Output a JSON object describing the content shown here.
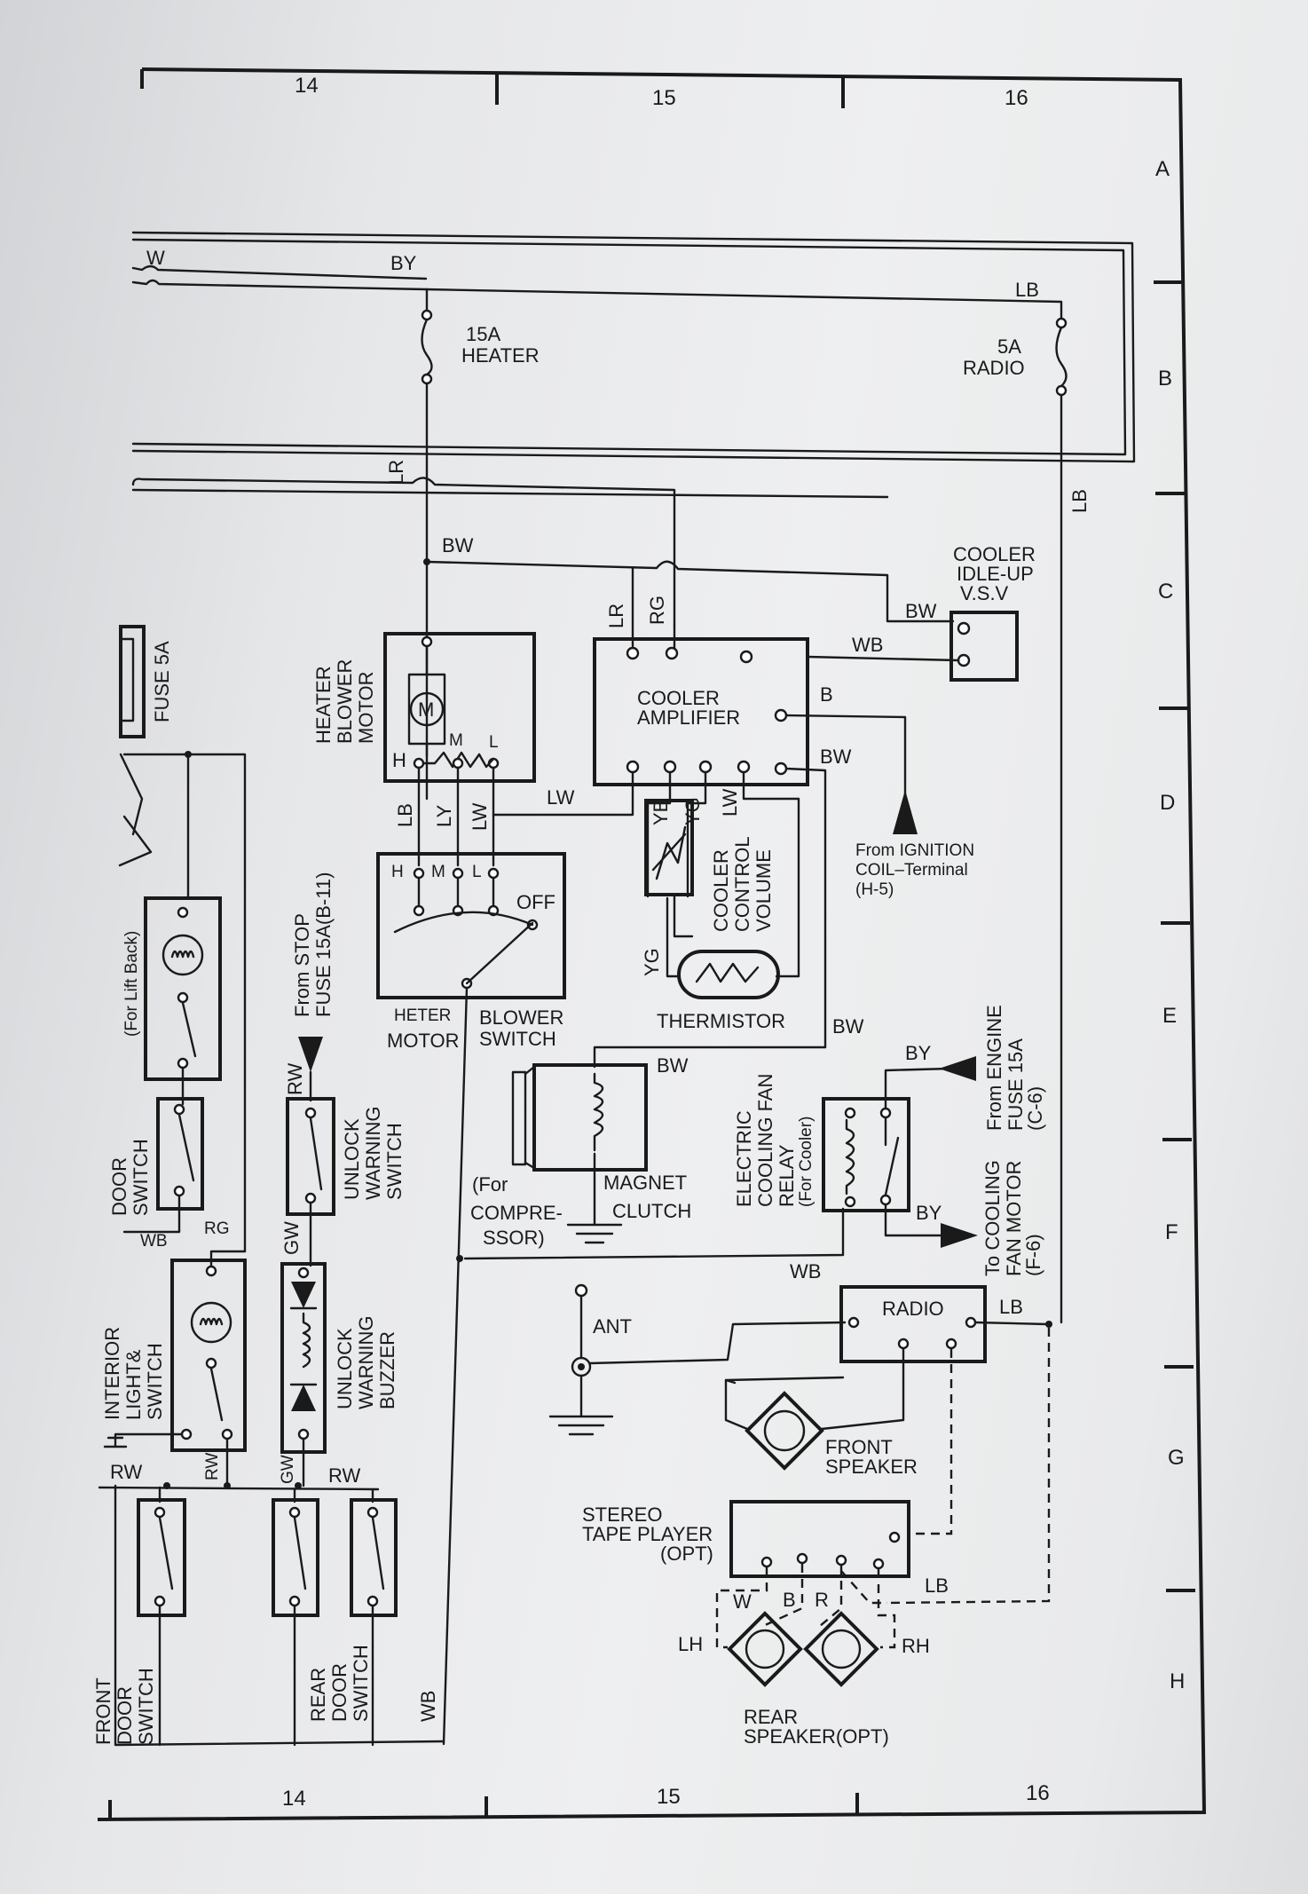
{
  "grid": {
    "columns": [
      "14",
      "15",
      "16"
    ],
    "rows": [
      "A",
      "B",
      "C",
      "D",
      "E",
      "F",
      "G",
      "H"
    ]
  },
  "fuses": {
    "heater": [
      "15A",
      "HEATER"
    ],
    "radio": [
      "5A",
      "RADIO"
    ],
    "fuse5a": "FUSE 5A"
  },
  "wire_codes": {
    "w": "W",
    "by": "BY",
    "lb": "LB",
    "lr": "LR",
    "bw": "BW",
    "rg": "RG",
    "wb": "WB",
    "b": "B",
    "lw": "LW",
    "ly": "LY",
    "yb": "YB",
    "yg": "YG",
    "rw": "RW",
    "gw": "GW",
    "r": "R"
  },
  "components": {
    "heater_blower_motor": [
      "HEATER",
      "BLOWER",
      "MOTOR"
    ],
    "motor_symbol": "M",
    "speed_h": "H",
    "speed_m": "M",
    "speed_l": "L",
    "off": "OFF",
    "blower_switch": [
      "HETER",
      "MOTOR",
      "BLOWER",
      "SWITCH"
    ],
    "cooler_amplifier": [
      "COOLER",
      "AMPLIFIER"
    ],
    "cooler_idle_up": [
      "COOLER",
      "IDLE-UP",
      "V.S.V"
    ],
    "ignition_ref": [
      "From  IGNITION",
      "COIL–Terminal",
      "(H-5)"
    ],
    "cooler_control_volume": [
      "COOLER",
      "CONTROL",
      "VOLUME"
    ],
    "thermistor": "THERMISTOR",
    "magnet_clutch": [
      "MAGNET",
      "CLUTCH"
    ],
    "compressor": [
      "(For",
      "COMPRE-",
      "SSOR)"
    ],
    "cooling_fan_relay": [
      "ELECTRIC",
      "COOLING  FAN",
      "RELAY",
      "(For Cooler)"
    ],
    "engine_fuse_ref": [
      "From  ENGINE",
      "FUSE 15A",
      "(C-6)"
    ],
    "cooling_fan_motor_ref": [
      "To COOLING",
      "FAN MOTOR",
      "(F-6)"
    ],
    "stop_fuse_ref": [
      "From  STOP",
      "FUSE  15A(B-11)"
    ],
    "unlock_warning_switch": [
      "UNLOCK",
      "WARNING",
      "SWITCH"
    ],
    "unlock_warning_buzzer": [
      "UNLOCK",
      "WARNING",
      "BUZZER"
    ],
    "interior_light_lift_back": [
      "(For Lift Back)"
    ],
    "door_switch": [
      "DOOR",
      "SWITCH"
    ],
    "interior_light_switch": [
      "INTERIOR",
      "LIGHT&",
      "SWITCH"
    ],
    "front_door_switch": [
      "FRONT",
      "DOOR",
      "SWITCH"
    ],
    "rear_door_switch": [
      "REAR",
      "DOOR",
      "SWITCH"
    ],
    "ant": "ANT",
    "radio": "RADIO",
    "front_speaker": [
      "FRONT",
      "SPEAKER"
    ],
    "stereo_tape_player": [
      "STEREO",
      "TAPE PLAYER",
      "(OPT)"
    ],
    "lh": "LH",
    "rh": "RH",
    "rear_speaker": [
      "REAR",
      "SPEAKER(OPT)"
    ]
  }
}
